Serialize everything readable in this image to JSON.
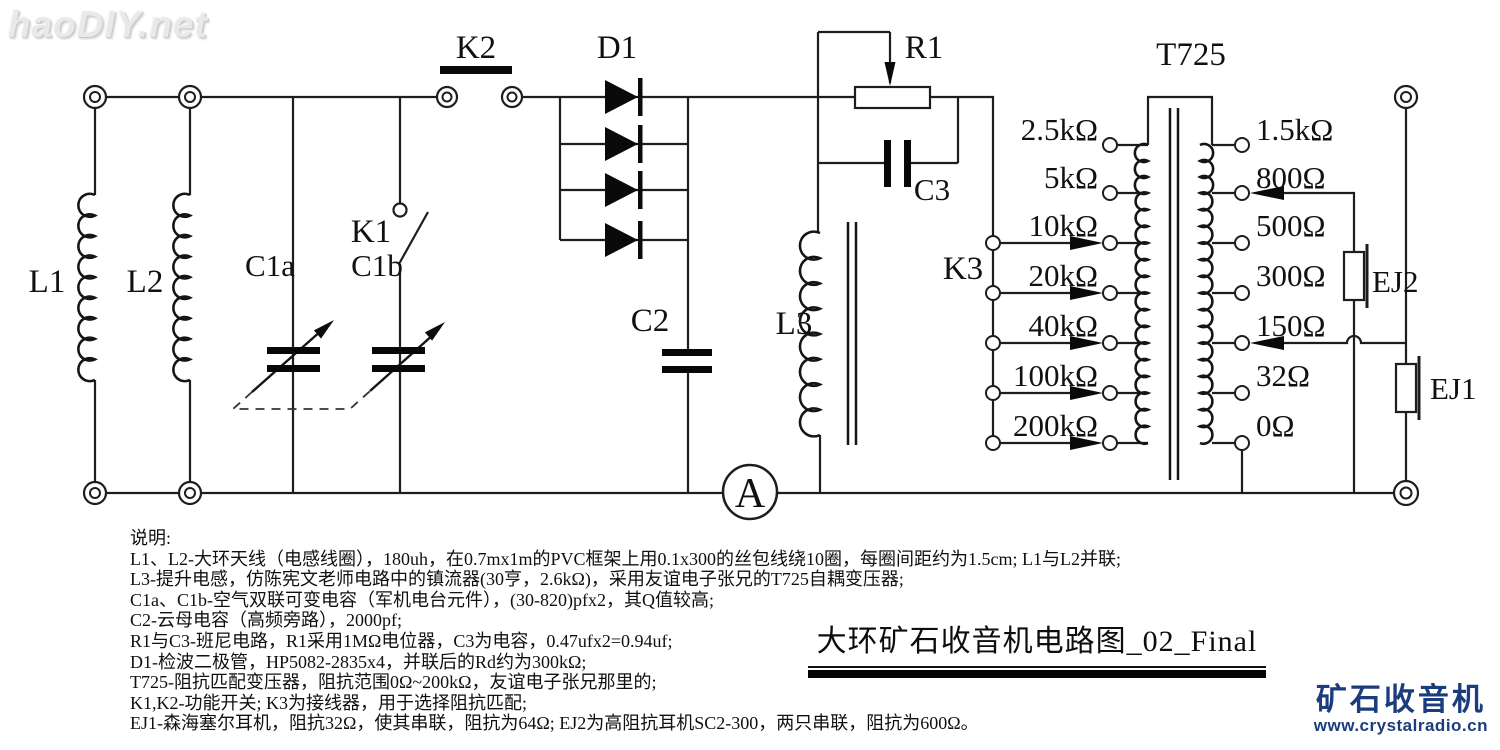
{
  "watermark": "haoDIY.net",
  "labels": {
    "l1": "L1",
    "l2": "L2",
    "l3": "L3",
    "c1a": "C1a",
    "c1b": "C1b",
    "c2": "C2",
    "c3": "C3",
    "d1": "D1",
    "r1": "R1",
    "k1": "K1",
    "k2": "K2",
    "k3": "K3",
    "meter": "A",
    "ej1": "EJ1",
    "ej2": "EJ2"
  },
  "transformer": {
    "name": "T725",
    "left_taps": [
      "2.5kΩ",
      "5kΩ",
      "10kΩ",
      "20kΩ",
      "40kΩ",
      "100kΩ",
      "200kΩ"
    ],
    "right_taps": [
      "1.5kΩ",
      "800Ω",
      "500Ω",
      "300Ω",
      "150Ω",
      "32Ω",
      "0Ω"
    ]
  },
  "title": "大环矿石收音机电路图_02_Final",
  "notes": {
    "heading": "说明:",
    "lines": [
      "L1、L2-大环天线（电感线圈），180uh，在0.7mx1m的PVC框架上用0.1x300的丝包线绕10圈，每圈间距约为1.5cm; L1与L2并联;",
      "L3-提升电感，仿陈宪文老师电路中的镇流器(30亨，2.6kΩ)，采用友谊电子张兄的T725自耦变压器;",
      "C1a、C1b-空气双联可变电容（军机电台元件），(30-820)pfx2，其Q值较高;",
      "C2-云母电容（高频旁路），2000pf;",
      "R1与C3-班尼电路，R1采用1MΩ电位器，C3为电容，0.47ufx2=0.94uf;",
      "D1-检波二极管，HP5082-2835x4，并联后的Rd约为300kΩ;",
      "T725-阻抗匹配变压器，阻抗范围0Ω~200kΩ，友谊电子张兄那里的;",
      "K1,K2-功能开关; K3为接线器，用于选择阻抗匹配;",
      "EJ1-森海塞尔耳机，阻抗32Ω，使其串联，阻抗为64Ω; EJ2为高阻抗耳机SC2-300，两只串联，阻抗为600Ω。"
    ]
  },
  "footer_logo": {
    "name": "矿石收音机",
    "url": "www.crystalradio.cn",
    "color": "#1b3c7d"
  }
}
